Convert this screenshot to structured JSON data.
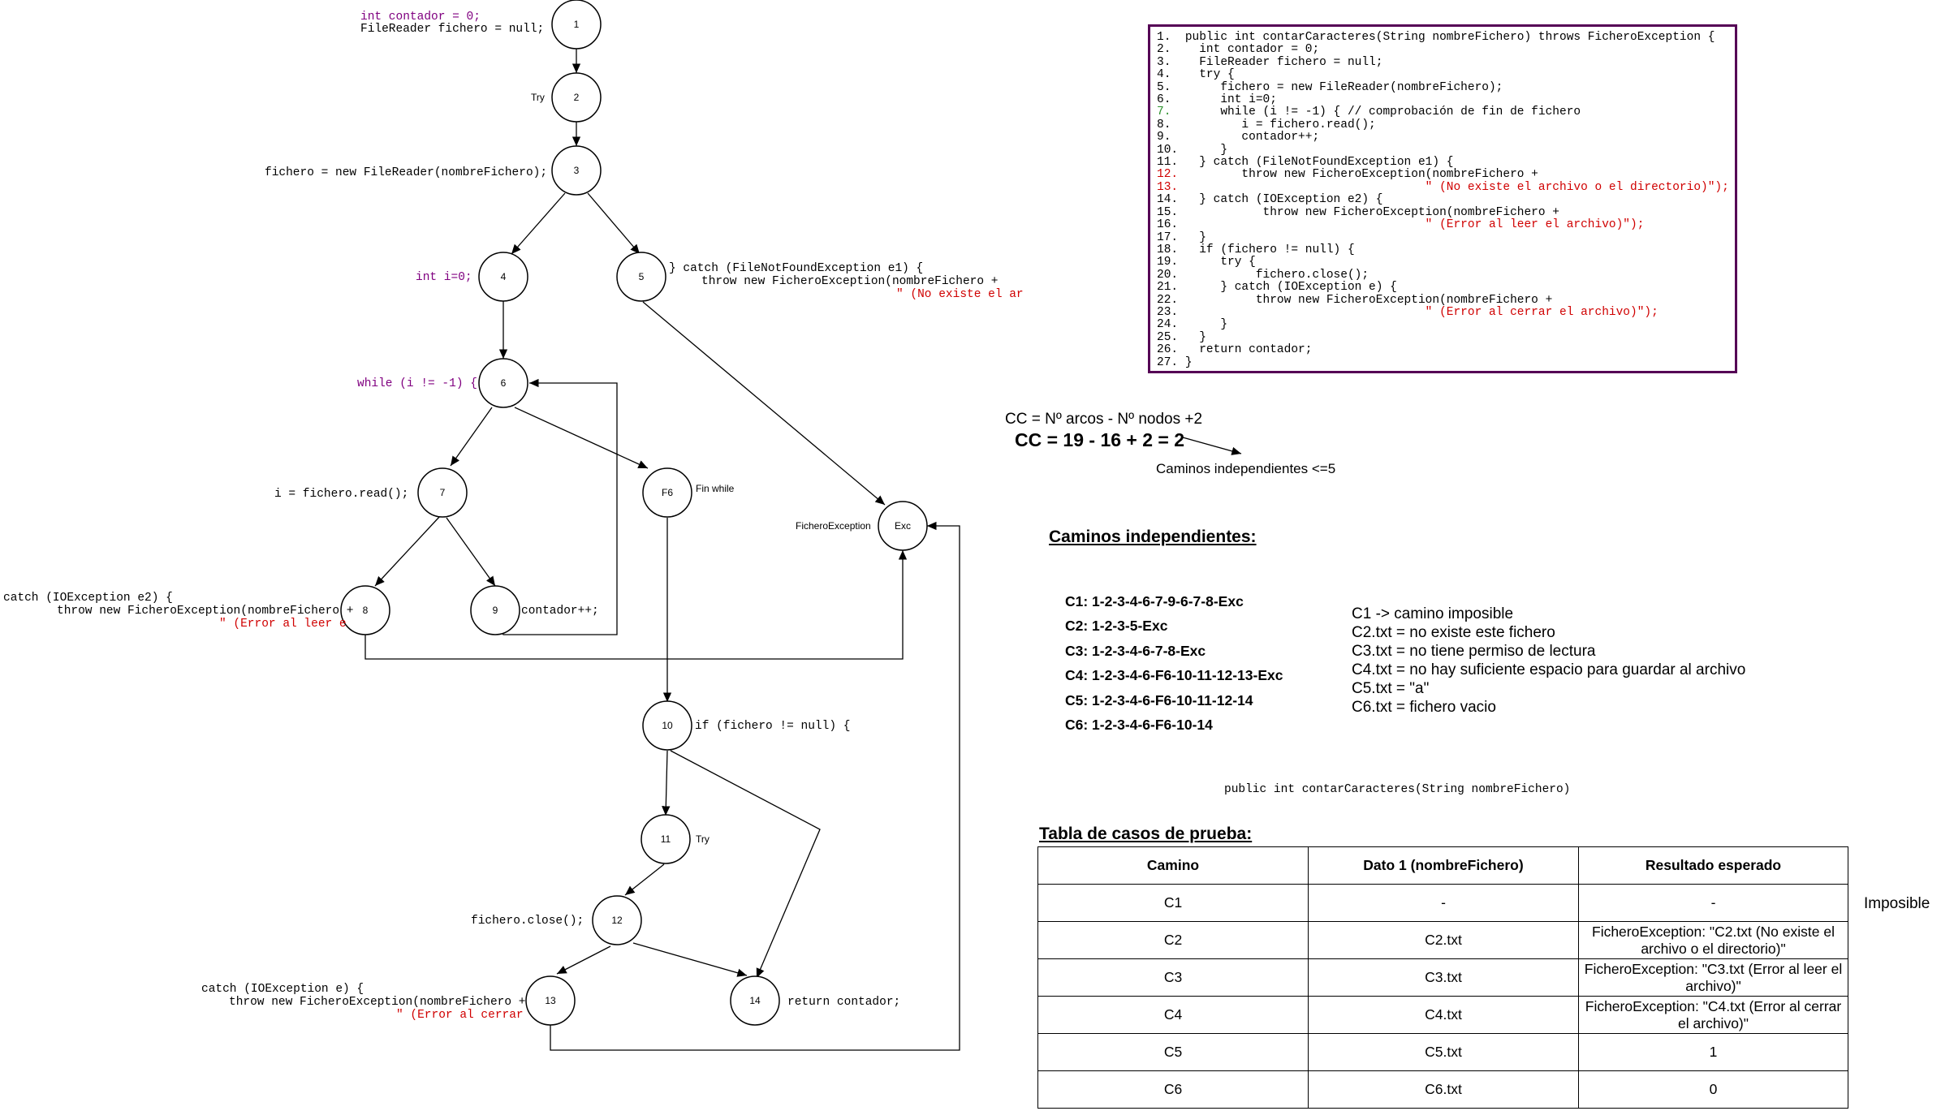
{
  "graph": {
    "nodes": [
      {
        "id": "n1",
        "label": "1"
      },
      {
        "id": "n2",
        "label": "2"
      },
      {
        "id": "n3",
        "label": "3"
      },
      {
        "id": "n4",
        "label": "4"
      },
      {
        "id": "n5",
        "label": "5"
      },
      {
        "id": "n6",
        "label": "6"
      },
      {
        "id": "n7",
        "label": "7"
      },
      {
        "id": "nF6",
        "label": "F6"
      },
      {
        "id": "nExc",
        "label": "Exc"
      },
      {
        "id": "n8",
        "label": "8"
      },
      {
        "id": "n9",
        "label": "9"
      },
      {
        "id": "n10",
        "label": "10"
      },
      {
        "id": "n11",
        "label": "11"
      },
      {
        "id": "n12",
        "label": "12"
      },
      {
        "id": "n13",
        "label": "13"
      },
      {
        "id": "n14",
        "label": "14"
      }
    ],
    "labels": {
      "try2": "Try",
      "try11": "Try",
      "fin_while": "Fin while",
      "fichero_exception": "FicheroException"
    }
  },
  "snippets": {
    "s1a": "int contador = 0;",
    "s1b": "FileReader fichero = null;",
    "s3": "fichero = new FileReader(nombreFichero);",
    "s4": "int i=0;",
    "s5a": "} catch (FileNotFoundException e1) {",
    "s5b": "throw new FicheroException(nombreFichero +",
    "s5c": "\" (No existe el archivo",
    "s6": "while (i != -1) {",
    "s7": "i = fichero.read();",
    "s8a": "catch (IOException e2) {",
    "s8b": "throw new FicheroException(nombreFichero +",
    "s8c": "\" (Error al leer e",
    "s9": "contador++;",
    "s10": "if (fichero != null) {",
    "s12": "fichero.close();",
    "s13a": "catch (IOException e) {",
    "s13b": "throw new FicheroException(nombreFichero +",
    "s13c": "\" (Error al cerrar",
    "s14": "return contador;"
  },
  "code_lines": [
    {
      "n": "1.",
      "t": "public int contarCaracteres(String nombreFichero) throws FicheroException {"
    },
    {
      "n": "2.",
      "t": "  int contador = 0;"
    },
    {
      "n": "3.",
      "t": "  FileReader fichero = null;"
    },
    {
      "n": "4.",
      "t": "  try {"
    },
    {
      "n": "5.",
      "t": "     fichero = new FileReader(nombreFichero);"
    },
    {
      "n": "6.",
      "t": "     int i=0;"
    },
    {
      "n": "7.",
      "t": "     while (i != -1) { // comprobación de fin de fichero"
    },
    {
      "n": "8.",
      "t": "        i = fichero.read();"
    },
    {
      "n": "9.",
      "t": "        contador++;"
    },
    {
      "n": "10.",
      "t": "     }"
    },
    {
      "n": "11.",
      "t": "  } catch (FileNotFoundException e1) {"
    },
    {
      "n": "12.",
      "t": "        throw new FicheroException(nombreFichero +"
    },
    {
      "n": "13.",
      "t": "                                  \" (No existe el archivo o el directorio)\");"
    },
    {
      "n": "14.",
      "t": "  } catch (IOException e2) {"
    },
    {
      "n": "15.",
      "t": "           throw new FicheroException(nombreFichero +"
    },
    {
      "n": "16.",
      "t": "                                  \" (Error al leer el archivo)\");"
    },
    {
      "n": "17.",
      "t": "  }"
    },
    {
      "n": "18.",
      "t": "  if (fichero != null) {"
    },
    {
      "n": "19.",
      "t": "     try {"
    },
    {
      "n": "20.",
      "t": "          fichero.close();"
    },
    {
      "n": "21.",
      "t": "     } catch (IOException e) {"
    },
    {
      "n": "22.",
      "t": "          throw new FicheroException(nombreFichero +"
    },
    {
      "n": "23.",
      "t": "                                  \" (Error al cerrar el archivo)\");"
    },
    {
      "n": "24.",
      "t": "     }"
    },
    {
      "n": "25.",
      "t": "  }"
    },
    {
      "n": "26.",
      "t": "  return contador;"
    },
    {
      "n": "27.",
      "t": "}"
    }
  ],
  "cc": {
    "formula": "CC = Nº arcos - Nº nodos +2",
    "result": "CC = 19 - 16 + 2 = 2",
    "note": "Caminos independientes <=5"
  },
  "paths": {
    "title": "Caminos independientes:",
    "items": [
      "C1: 1-2-3-4-6-7-9-6-7-8-Exc",
      "C2: 1-2-3-5-Exc",
      "C3: 1-2-3-4-6-7-8-Exc",
      "C4: 1-2-3-4-6-F6-10-11-12-13-Exc",
      "C5: 1-2-3-4-6-F6-10-11-12-14",
      "C6: 1-2-3-4-6-F6-10-14"
    ],
    "notes": [
      "C1 -> camino imposible",
      "C2.txt = no existe este fichero",
      "C3.txt = no tiene permiso de lectura",
      "C4.txt = no hay suficiente espacio para guardar al archivo",
      "C5.txt = \"a\"",
      "C6.txt = fichero vacio"
    ]
  },
  "signature": "public int contarCaracteres(String nombreFichero)",
  "table": {
    "title": "Tabla de casos de prueba:",
    "headers": [
      "Camino",
      "Dato 1 (nombreFichero)",
      "Resultado esperado"
    ],
    "rows": [
      [
        "C1",
        "-",
        "-"
      ],
      [
        "C2",
        "C2.txt",
        "FicheroException: \"C2.txt (No existe el archivo o el directorio)\""
      ],
      [
        "C3",
        "C3.txt",
        "FicheroException: \"C3.txt (Error al leer el archivo)\""
      ],
      [
        "C4",
        "C4.txt",
        "FicheroException: \"C4.txt (Error al cerrar el archivo)\""
      ],
      [
        "C5",
        "C5.txt",
        "1"
      ],
      [
        "C6",
        "C6.txt",
        "0"
      ]
    ],
    "side_note": "Imposible"
  }
}
